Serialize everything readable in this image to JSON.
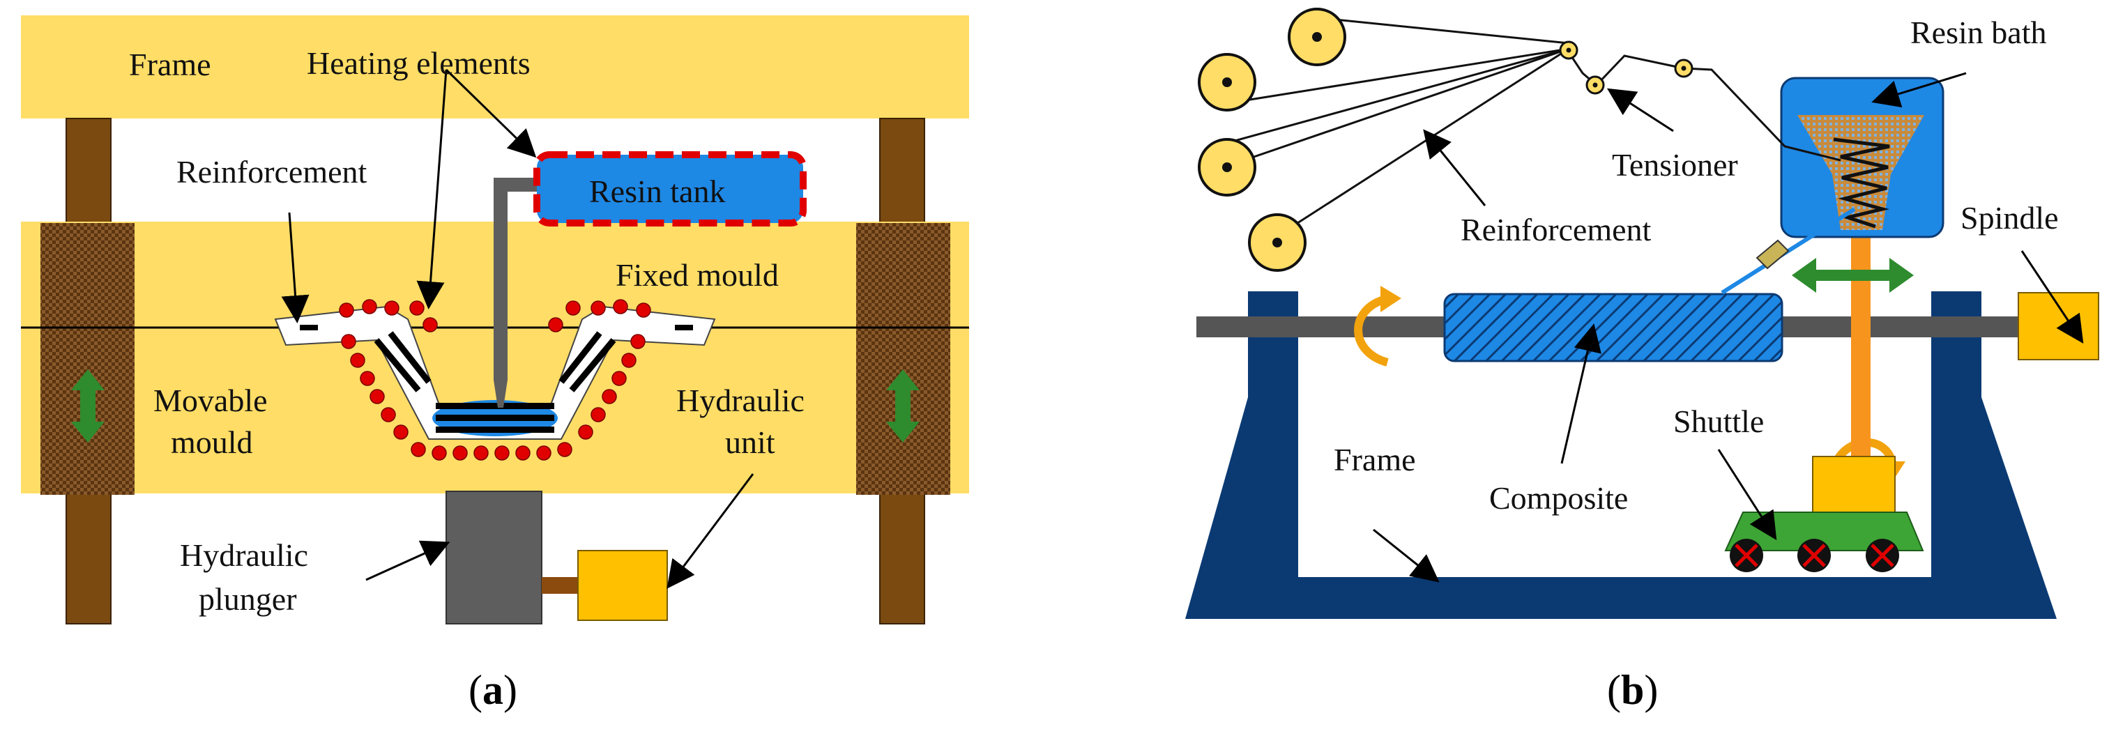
{
  "panel_a": {
    "labels": {
      "frame": "Frame",
      "heating_elements": "Heating elements",
      "reinforcement": "Reinforcement",
      "resin_tank": "Resin tank",
      "fixed_mould": "Fixed mould",
      "movable_mould_line1": "Movable",
      "movable_mould_line2": "mould",
      "hydraulic_unit_line1": "Hydraulic",
      "hydraulic_unit_line2": "unit",
      "hydraulic_plunger_line1": "Hydraulic",
      "hydraulic_plunger_line2": "plunger"
    },
    "caption_open": "(",
    "caption_letter": "a",
    "caption_close": ")"
  },
  "panel_b": {
    "labels": {
      "resin_bath": "Resin bath",
      "tensioner": "Tensioner",
      "reinforcement": "Reinforcement",
      "spindle": "Spindle",
      "shuttle": "Shuttle",
      "frame": "Frame",
      "composite": "Composite"
    },
    "caption_open": "(",
    "caption_letter": "b",
    "caption_close": ")"
  },
  "colors": {
    "frame_yellow": "#FFDD66",
    "post_brown": "#7A4A10",
    "heater_red": "#E00000",
    "resin_blue": "#1E88E5",
    "frame_navy": "#0B3A73",
    "arrow_green": "#2E8B2E",
    "arrow_orange": "#F2A20C",
    "unit_yellow": "#FFC000",
    "plunger_gray": "#595959",
    "shuttle_green": "#3DA535"
  }
}
